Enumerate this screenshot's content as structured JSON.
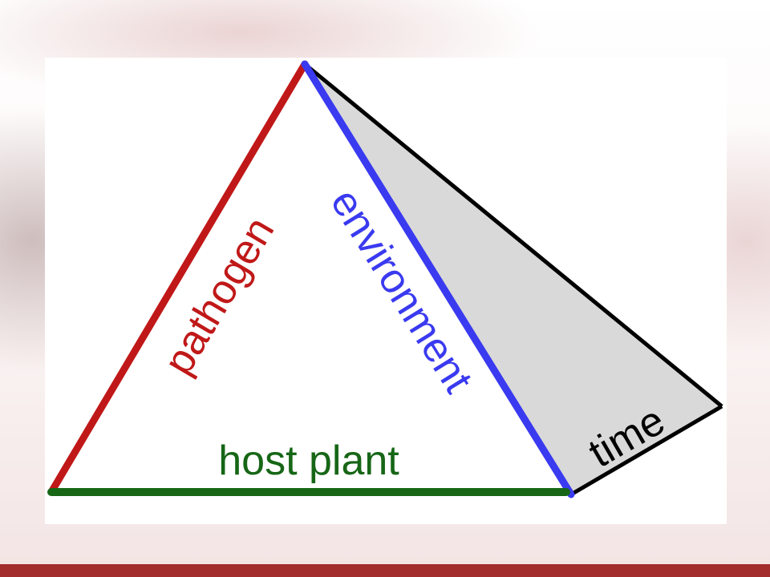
{
  "diagram": {
    "labels": {
      "pathogen": "pathogen",
      "environment": "environment",
      "host_plant": "host plant",
      "time": "time"
    },
    "colors": {
      "pathogen": "#c01818",
      "environment": "#3a3af0",
      "host_plant": "#166616",
      "time": "#000000",
      "time_fill": "#d9d9d9",
      "accent_bar": "#a32c2c"
    }
  }
}
